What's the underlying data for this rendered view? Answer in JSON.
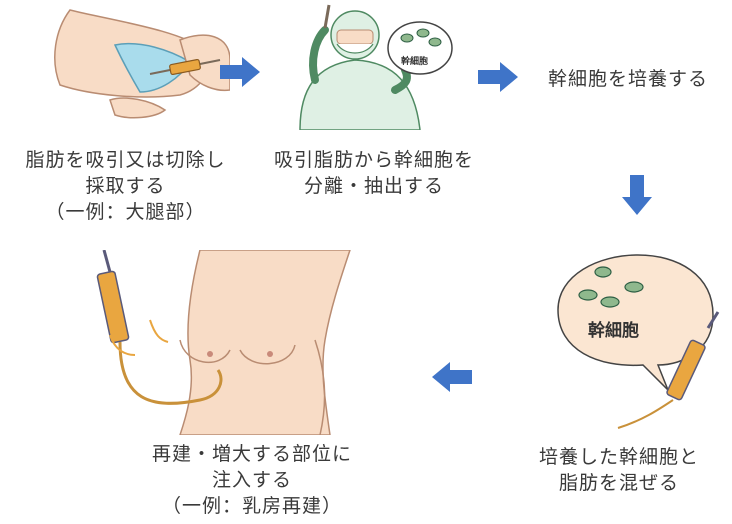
{
  "steps": {
    "step1": {
      "line1": "脂肪を吸引又は切除し",
      "line2": "採取する",
      "line3": "（一例：大腿部）"
    },
    "step2": {
      "line1": "吸引脂肪から幹細胞を",
      "line2": "分離・抽出する"
    },
    "step3": {
      "line1": "幹細胞を培養する"
    },
    "step4": {
      "line1": "培養した幹細胞と",
      "line2": "脂肪を混ぜる",
      "bubble_label": "幹細胞"
    },
    "step5": {
      "line1": "再建・増大する部位に",
      "line2": "注入する",
      "line3": "（一例：乳房再建）"
    }
  },
  "illustrations": {
    "dish_label": "幹細胞"
  },
  "colors": {
    "arrow": "#3f74c8",
    "skin": "#f8dcc6",
    "skin_line": "#b98c72",
    "gown": "#dff0e4",
    "gown_line": "#4f8a62",
    "cell": "#8fb88d",
    "cell_line": "#2e5f44",
    "bubble": "#fbe6d2",
    "syringe_fluid": "#e9a640"
  },
  "icons": [
    "right-arrow-icon",
    "down-arrow-icon",
    "left-arrow-icon"
  ]
}
